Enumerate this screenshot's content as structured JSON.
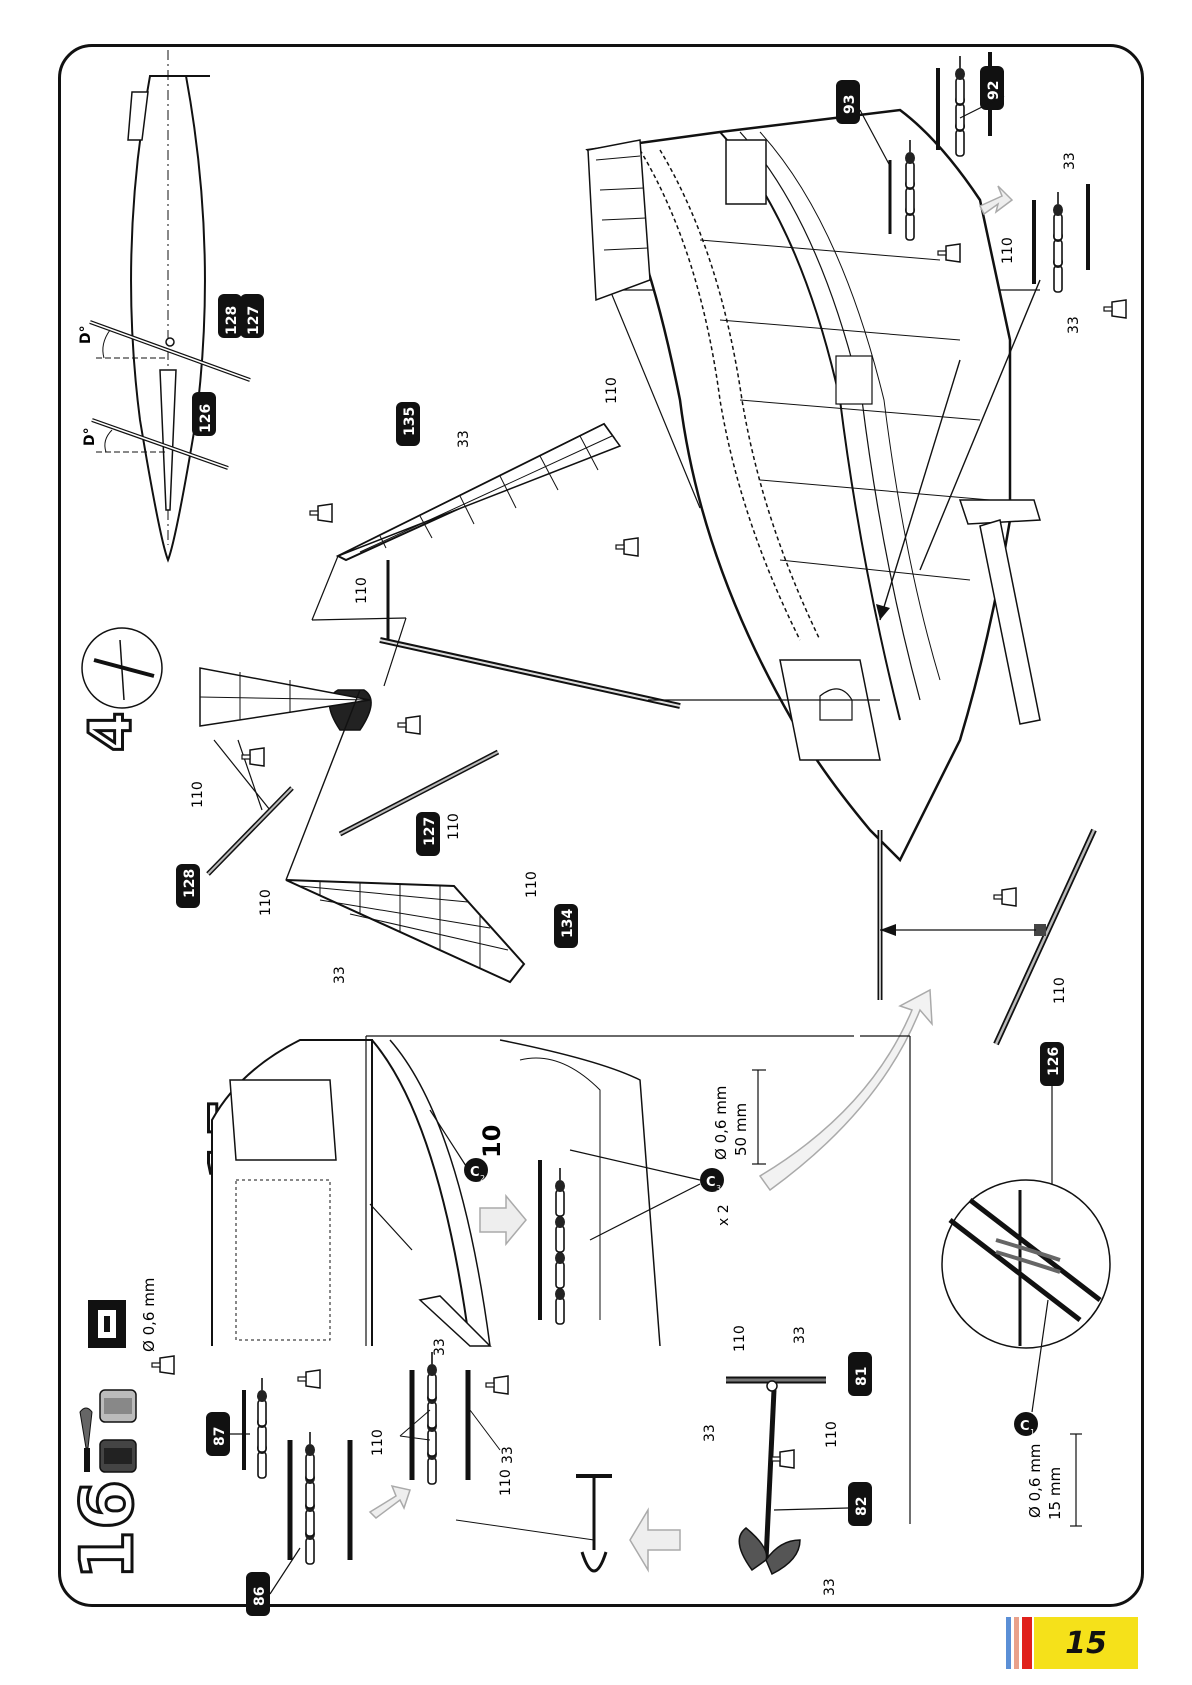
{
  "page": {
    "number": "15"
  },
  "steps": {
    "step_16": "16",
    "step_15": "15",
    "step_4": "4"
  },
  "parts": {
    "p86": "86",
    "p87": "87",
    "p82": "82",
    "p81": "81",
    "p126": "126",
    "p127": "127",
    "p128": "128",
    "p134": "134",
    "p135": "135",
    "p92": "92",
    "p93": "93"
  },
  "callouts": {
    "n33": "33",
    "n110": "110",
    "diameter": "Ø 0,6 mm",
    "len50": "50 mm",
    "len15": "15 mm",
    "x2": "x 2",
    "ten": "10",
    "deg": "D°"
  },
  "codes": {
    "c1": "C",
    "c1_sub": "1",
    "c2": "C",
    "c2_sub": "2",
    "c3": "C",
    "c3_sub": "3"
  },
  "icons": [
    "paintbrush-icon",
    "paint-pot-icon",
    "glue-tube-icon",
    "thread-spool-icon",
    "arrow-icon"
  ]
}
